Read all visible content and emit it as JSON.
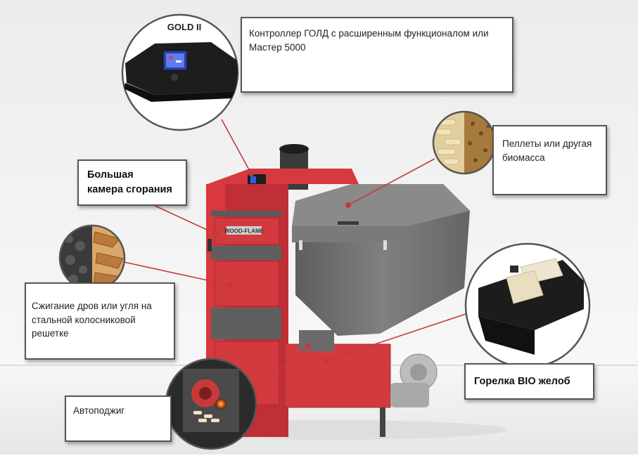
{
  "colors": {
    "boiler_red": "#d8383e",
    "boiler_gray": "#6b6b6b",
    "hopper_gray": "#737373",
    "leader_red": "#c23a3a",
    "background": "#f0f0f0"
  },
  "boiler": {
    "brand_plate": "WOOD-FLAME"
  },
  "callouts": {
    "controller": {
      "badge": "GOLD II",
      "text": "Контроллер ГОЛД с расширенным функционалом или Мастер 5000"
    },
    "pellets": {
      "text": "Пеллеты или другая биомасса"
    },
    "chamber": {
      "line1": "Большая",
      "line2": "камера сгорания"
    },
    "wood": {
      "text": "Сжигание дров или угля на стальной колосниковой решетке"
    },
    "ignition": {
      "text": "Автоподжиг"
    },
    "burner": {
      "text": "Горелка BIO желоб"
    }
  },
  "icons": {
    "controller": "controller-panel-icon",
    "pellets": "pellets-biomass-icon",
    "wood_coal": "firewood-coal-icon",
    "ignition": "auto-ignition-icon",
    "burner": "burner-trough-icon"
  }
}
